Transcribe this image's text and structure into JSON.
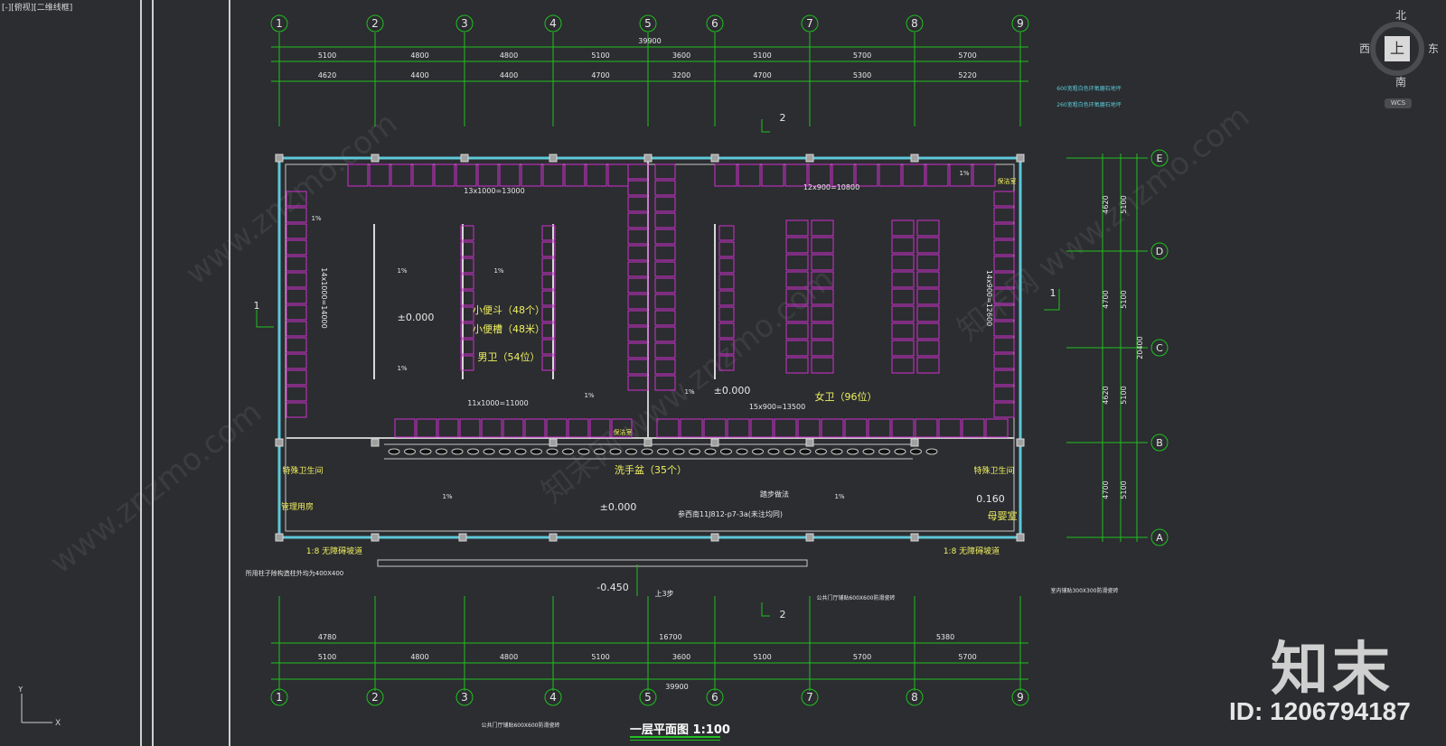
{
  "viewport_label": "[-][俯视][二维线框]",
  "viewcube": {
    "top": "上",
    "north": "北",
    "south": "南",
    "west": "西",
    "east": "东",
    "wcs": "WCS"
  },
  "brand": {
    "mark": "知末",
    "id": "ID: 1206794187"
  },
  "plan": {
    "title": "一层平面图 1:100",
    "grid_numbers": [
      "1",
      "2",
      "3",
      "4",
      "5",
      "6",
      "7",
      "8",
      "9"
    ],
    "grid_letters": [
      "E",
      "D",
      "C",
      "B",
      "A"
    ],
    "top_total": "39900",
    "top_spans": [
      "5100",
      "4800",
      "4800",
      "5100",
      "3600",
      "5100",
      "5700",
      "5700"
    ],
    "top_sub": [
      "4620",
      "4400",
      "4400",
      "4700",
      "3200",
      "4700",
      "5300",
      "5220"
    ],
    "bottom_total": "39900",
    "bottom_spans": [
      "5100",
      "4800",
      "4800",
      "5100",
      "3600",
      "5100",
      "5700",
      "5700"
    ],
    "bottom_sub": [
      "4780",
      "16700",
      "5380"
    ],
    "right_total": "20400",
    "right_spans": [
      "5100",
      "5100",
      "5100",
      "5100"
    ],
    "right_sub": [
      "4620",
      "4700",
      "4620",
      "4700"
    ],
    "section_mark": "2",
    "section_left": "1",
    "rooms": {
      "male": "男卫（54位）",
      "urinal": "小便斗（48个）",
      "urinal_trough": "小便槽（48米）",
      "female": "女卫（96位）",
      "sink": "洗手盆（35个）",
      "mother": "母婴室",
      "special_left": "特殊卫生间",
      "special_right": "特殊卫生间",
      "manage": "管理用房",
      "storage": "保洁室",
      "ramp_left": "1:8 无障碍坡道",
      "ramp_right": "1:8 无障碍坡道"
    },
    "levels": [
      "±0.000",
      "±0.000",
      "±0.000",
      "0.160",
      "-0.450"
    ],
    "notes": {
      "step": "踏步做法",
      "ref": "参西南11J812-p7-3a(未注均同)",
      "up": "上3步",
      "slope": "1%",
      "counter_left": "13x1000=13000",
      "counter_right": "12x900=10800",
      "counter_male": "11x1000=11000",
      "counter_female": "15x900=13500",
      "vert_left": "14x1000=14000",
      "vert_right": "14x900=12600",
      "bottom_note": "公共门厅铺贴600X600防滑瓷砖",
      "right_note": "室内铺贴300X300防滑瓷砖",
      "left_note": "所用柱子除构造柱外均为400X400",
      "pub_note": "公共门厅铺贴600X600防滑瓷砖",
      "legend1": "600宽粗白色环氧磨石地坪",
      "legend2": "260宽粗白色环氧磨石地坪"
    }
  }
}
